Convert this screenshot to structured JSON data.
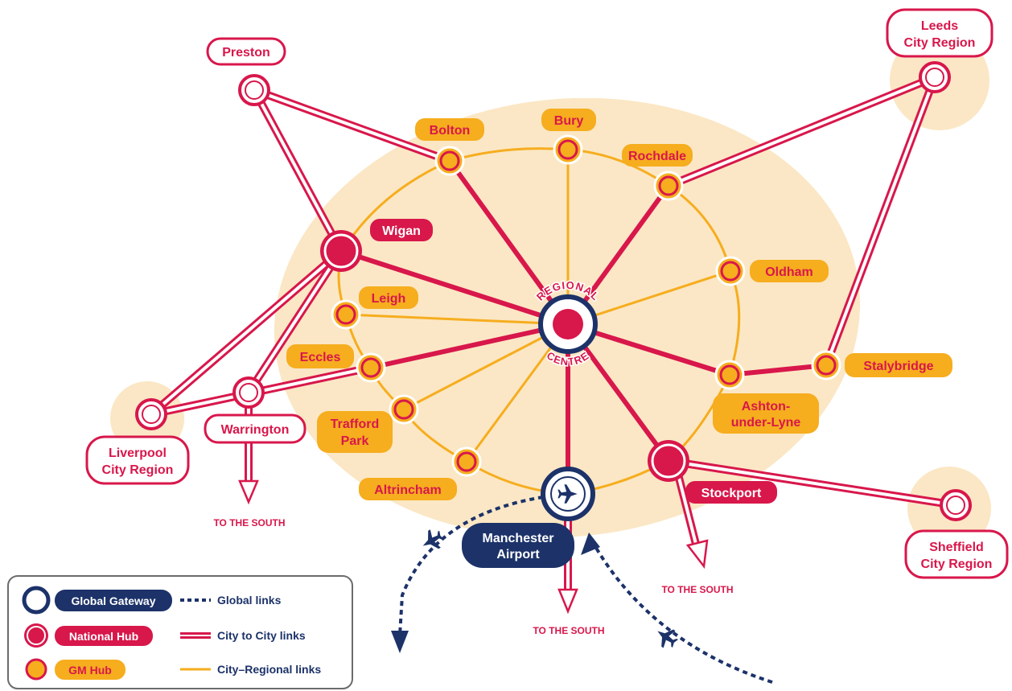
{
  "colors": {
    "crimson": "#d8174b",
    "navy": "#1c3269",
    "orange": "#f6ad1e",
    "background_blob": "#fbe7c5",
    "white": "#ffffff"
  },
  "regional_centre": {
    "arc_top": "REGIONAL",
    "arc_bottom": "CENTRE"
  },
  "nodes": {
    "preston": "Preston",
    "leeds_1": "Leeds",
    "leeds_2": "City Region",
    "bolton": "Bolton",
    "bury": "Bury",
    "rochdale": "Rochdale",
    "wigan": "Wigan",
    "oldham": "Oldham",
    "leigh": "Leigh",
    "eccles": "Eccles",
    "stalybridge": "Stalybridge",
    "ashton_1": "Ashton-",
    "ashton_2": "under-Lyne",
    "trafford_1": "Trafford",
    "trafford_2": "Park",
    "warrington": "Warrington",
    "liverpool_1": "Liverpool",
    "liverpool_2": "City Region",
    "altrincham": "Altrincham",
    "stockport": "Stockport",
    "manchester_airport_1": "Manchester",
    "manchester_airport_2": "Airport",
    "sheffield_1": "Sheffield",
    "sheffield_2": "City Region"
  },
  "arrows": {
    "to_the_south": "TO THE SOUTH"
  },
  "icons": {
    "airport": "airplane-icon",
    "flight": "airplane-icon"
  },
  "legend": {
    "global_gateway": "Global Gateway",
    "national_hub": "National Hub",
    "gm_hub": "GM Hub",
    "global_links": "Global links",
    "city_links": "City to City links",
    "regional_links": "City–Regional links"
  }
}
